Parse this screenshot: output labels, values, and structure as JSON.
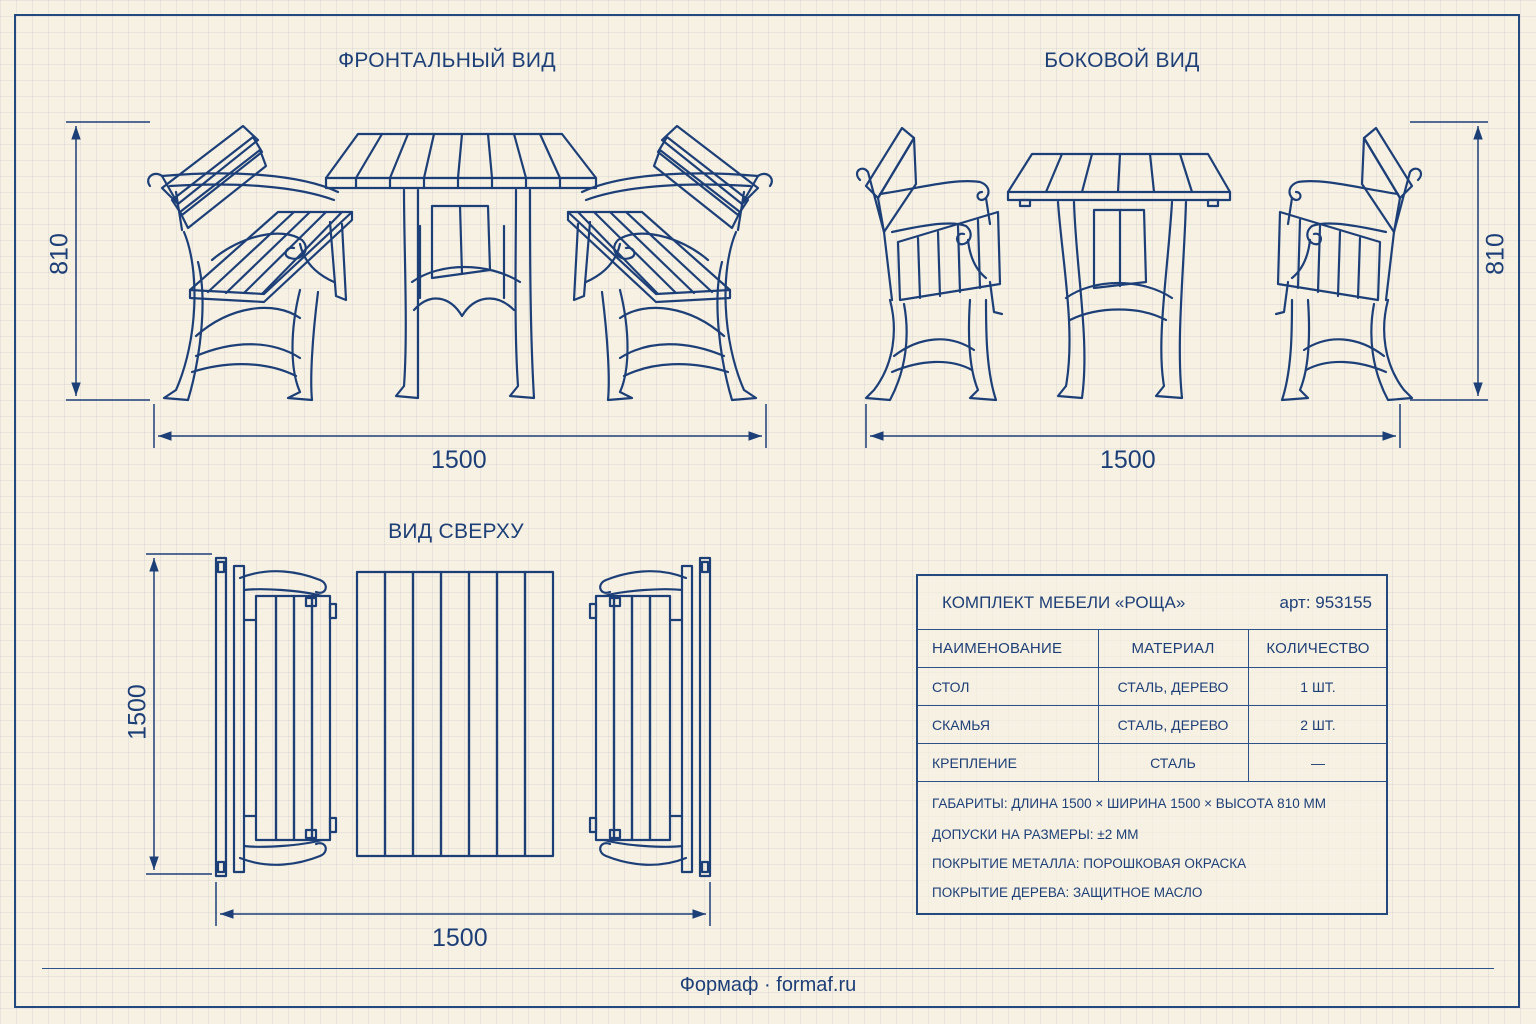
{
  "views": {
    "front_title": "ФРОНТАЛЬНЫЙ ВИД",
    "side_title": "БОКОВОЙ ВИД",
    "top_title": "ВИД СВЕРХУ"
  },
  "dimensions": {
    "front_height": "810",
    "front_width": "1500",
    "side_height": "810",
    "side_width": "1500",
    "top_depth": "1500",
    "top_width": "1500"
  },
  "spec": {
    "title": "КОМПЛЕКТ МЕБЕЛИ «РОЩА»",
    "article": "арт: 953155",
    "headers": [
      "НАИМЕНОВАНИЕ",
      "МАТЕРИАЛ",
      "КОЛИЧЕСТВО"
    ],
    "rows": [
      {
        "name": "СТОЛ",
        "material": "СТАЛЬ, ДЕРЕВО",
        "qty": "1 ШТ."
      },
      {
        "name": "СКАМЬЯ",
        "material": "СТАЛЬ, ДЕРЕВО",
        "qty": "2 ШТ."
      },
      {
        "name": "КРЕПЛЕНИЕ",
        "material": "СТАЛЬ",
        "qty": "—"
      }
    ],
    "notes": [
      "ГАБАРИТЫ: ДЛИНА 1500 × ШИРИНА 1500 × ВЫСОТА 810 ММ",
      "ДОПУСКИ НА РАЗМЕРЫ: ±2 ММ",
      "ПОКРЫТИЕ МЕТАЛЛА: ПОРОШКОВАЯ ОКРАСКА",
      "ПОКРЫТИЕ ДЕРЕВА: ЗАЩИТНОЕ МАСЛО"
    ]
  },
  "footer": "Формаф · formaf.ru",
  "colors": {
    "ink": "#1d3f78",
    "paper": "#f7f1e3"
  }
}
